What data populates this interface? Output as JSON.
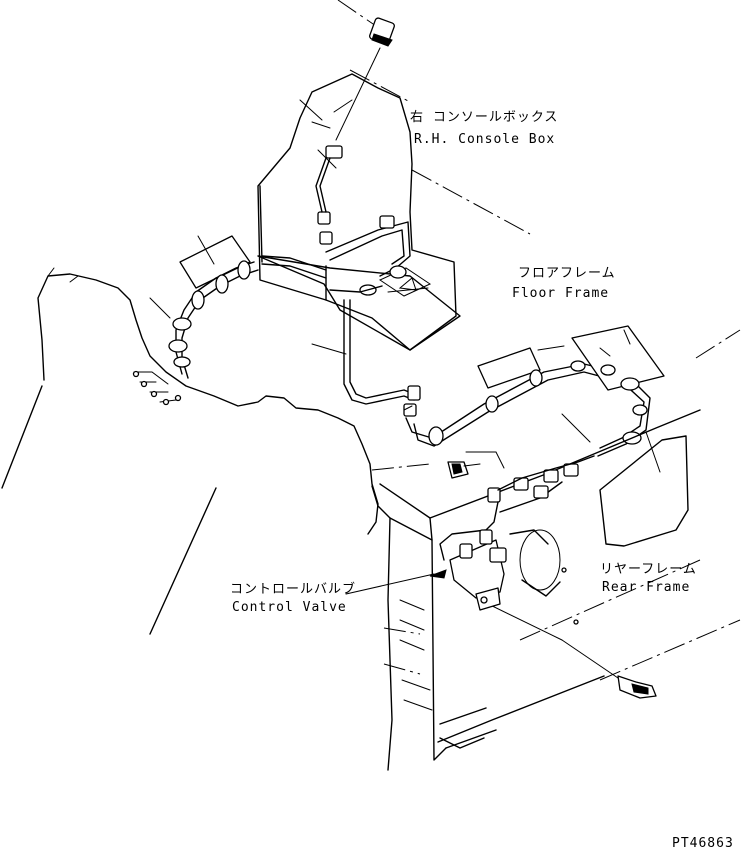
{
  "labels": {
    "console_box_jp": "右 コンソールボックス",
    "console_box_en": "R.H. Console Box",
    "floor_frame_jp": "フロアフレーム",
    "floor_frame_en": "Floor Frame",
    "rear_frame_jp": "リヤーフレーム",
    "rear_frame_en": "Rear Frame",
    "control_valve_jp": "コントロールバルブ",
    "control_valve_en": "Control Valve"
  },
  "drawing_code": "PT46863"
}
